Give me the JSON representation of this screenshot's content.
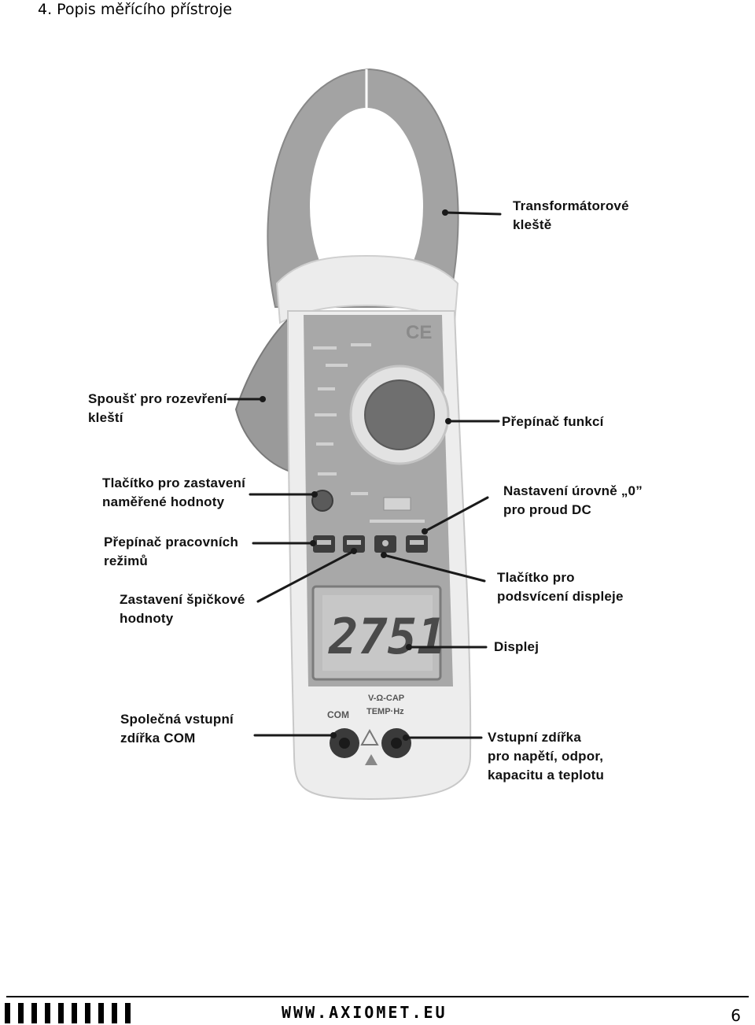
{
  "page": {
    "heading": "4. Popis měřícího přístroje",
    "footer_url": "WWW.AXIOMET.EU",
    "page_number": "6"
  },
  "device": {
    "display_reading": "2751",
    "com_label": "COM",
    "input_label_1": "V-Ω-CAP",
    "input_label_2": "TEMP·Hz"
  },
  "labels": {
    "clamp": [
      "Transformátorové",
      "kleště"
    ],
    "trigger": [
      "Spoušť pro rozevření",
      "kleští"
    ],
    "function_switch": [
      "Přepínač funkcí"
    ],
    "hold": [
      "Tlačítko pro zastavení",
      "naměřené hodnoty"
    ],
    "zero": [
      "Nastavení úrovně „0”",
      "pro proud DC"
    ],
    "mode": [
      "Přepínač pracovních",
      "režimů"
    ],
    "backlight": [
      "Tlačítko pro",
      "podsvícení displeje"
    ],
    "peak": [
      "Zastavení špičkové",
      "hodnoty"
    ],
    "display": [
      "Displej"
    ],
    "com_jack": [
      "Společná vstupní",
      "zdířka COM"
    ],
    "input_jack": [
      "Vstupní zdířka",
      "pro napětí, odpor,",
      "kapacitu a teplotu"
    ]
  }
}
